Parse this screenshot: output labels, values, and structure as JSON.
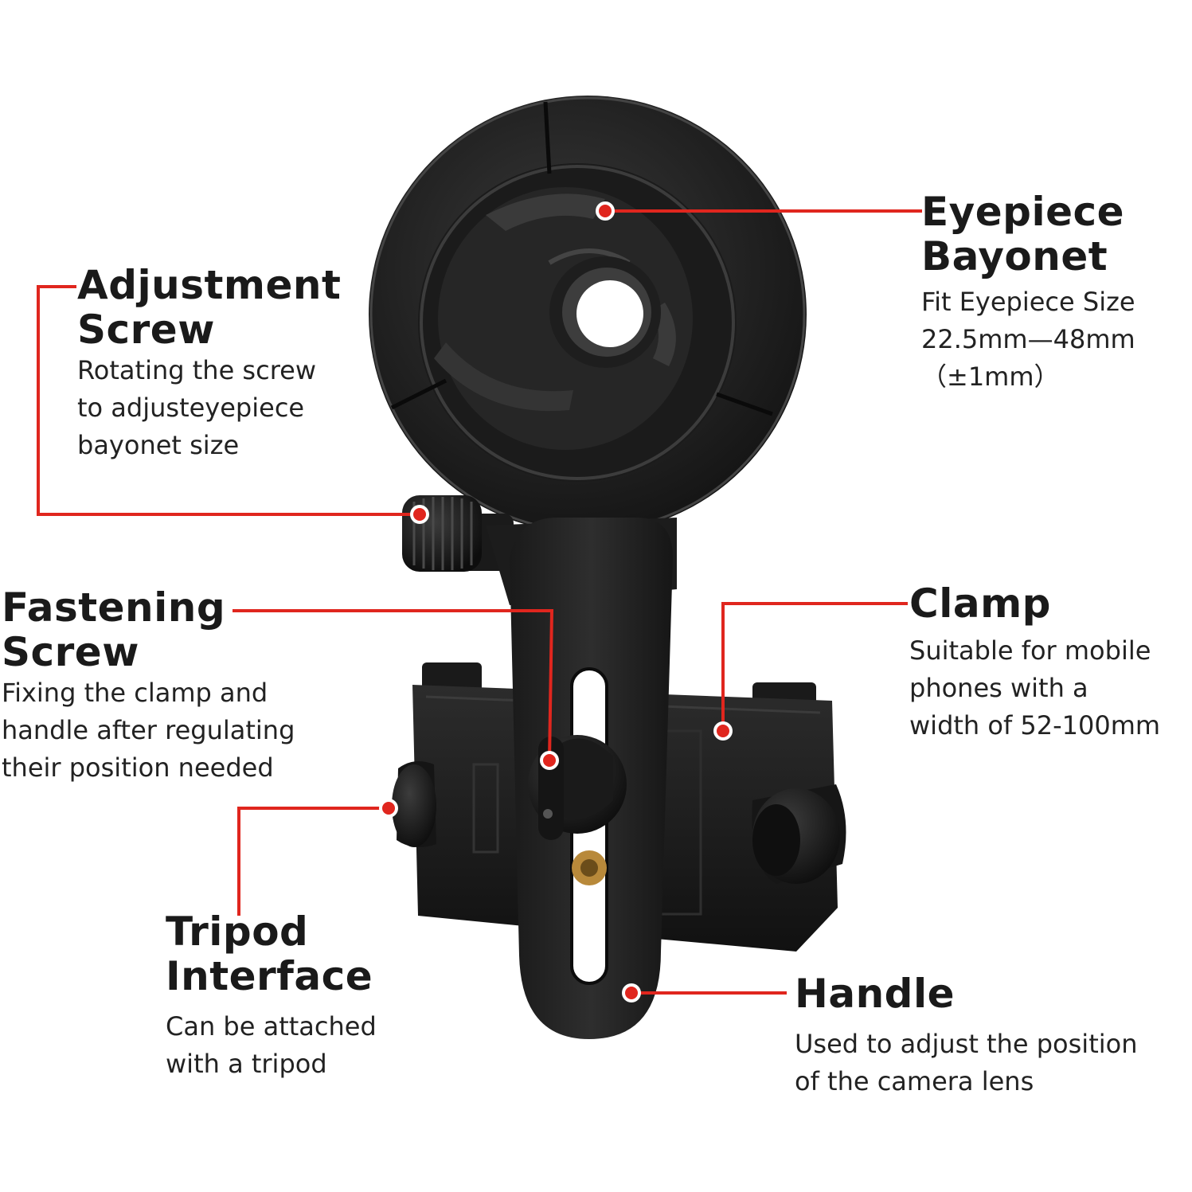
{
  "colors": {
    "leader": "#e0261e",
    "dot": "#e0261e",
    "dot_ring": "#ffffff",
    "body": "#1f1f1f",
    "body_dark": "#0e0e0e",
    "body_light": "#3a3a3a",
    "brass": "#b8893a"
  },
  "labels": {
    "eyepiece": {
      "title": [
        "Eyepiece",
        "Bayonet"
      ],
      "desc": [
        "Fit Eyepiece Size",
        "22.5mm—48mm",
        "（±1mm）"
      ]
    },
    "adjustment": {
      "title": [
        "Adjustment",
        "Screw"
      ],
      "desc": [
        "Rotating the screw",
        "to adjusteyepiece",
        "bayonet size"
      ]
    },
    "fastening": {
      "title": [
        "Fastening",
        "Screw"
      ],
      "desc": [
        "Fixing the clamp and",
        "handle after regulating",
        "their position needed"
      ]
    },
    "clamp": {
      "title": [
        "Clamp"
      ],
      "desc": [
        "Suitable for mobile",
        "phones with a",
        "width of 52-100mm"
      ]
    },
    "tripod": {
      "title": [
        "Tripod",
        "Interface"
      ],
      "desc": [
        "Can be attached",
        "with a tripod"
      ]
    },
    "handle": {
      "title": [
        "Handle"
      ],
      "desc": [
        "Used to adjust the position",
        "of the camera lens"
      ]
    }
  }
}
